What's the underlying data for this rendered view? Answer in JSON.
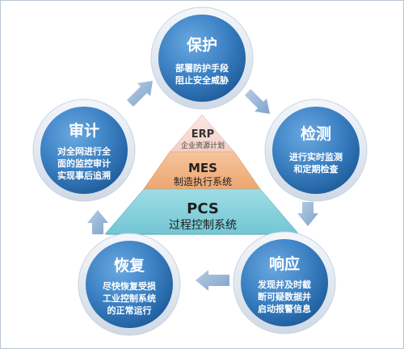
{
  "colors": {
    "circle_dark": "#1e5f9e",
    "circle_light": "#5f9fd8",
    "ring": "#dfe7f0",
    "arrow": "#9fbad8",
    "erp": "#f6d9d2",
    "mes": "#f2b78a",
    "pcs": "#86d3de"
  },
  "nodes": [
    {
      "id": "protect",
      "title": "保护",
      "lines": [
        "部署防护手段",
        "阻止安全威胁"
      ]
    },
    {
      "id": "detect",
      "title": "检测",
      "lines": [
        "进行实时监测",
        "和定期检查"
      ]
    },
    {
      "id": "respond",
      "title": "响应",
      "lines": [
        "发现并及时截",
        "断可疑数据并",
        "启动报警信息"
      ]
    },
    {
      "id": "recover",
      "title": "恢复",
      "lines": [
        "尽快恢复受损",
        "工业控制系统",
        "的正常运行"
      ]
    },
    {
      "id": "audit",
      "title": "审计",
      "lines": [
        "对全网进行全",
        "面的监控审计",
        "实现事后追溯"
      ]
    }
  ],
  "pyramid": [
    {
      "id": "erp",
      "title": "ERP",
      "subtitle": "企业资源计划"
    },
    {
      "id": "mes",
      "title": "MES",
      "subtitle": "制造执行系统"
    },
    {
      "id": "pcs",
      "title": "PCS",
      "subtitle": "过程控制系统"
    }
  ]
}
